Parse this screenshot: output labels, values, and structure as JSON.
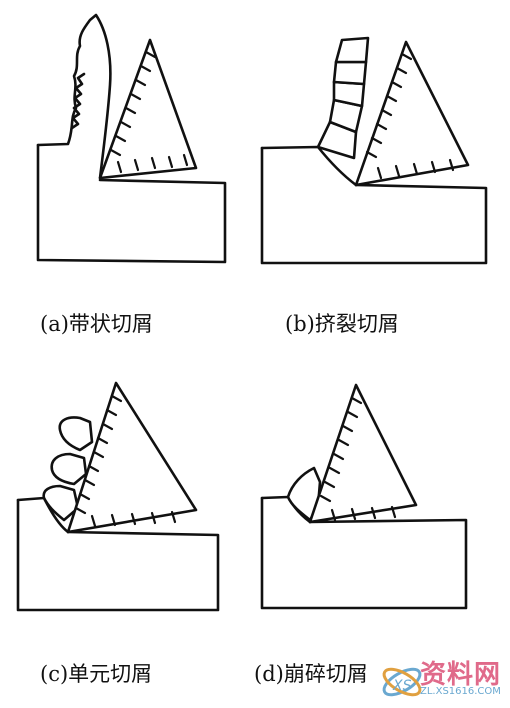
{
  "panels": [
    {
      "caption": "(a)带状切屑"
    },
    {
      "caption": "(b)挤裂切屑"
    },
    {
      "caption": "(c)单元切屑"
    },
    {
      "caption": "(d)崩碎切屑"
    }
  ],
  "watermark": {
    "title": "资料网",
    "url": "ZL.XS1616.COM"
  },
  "colors": {
    "ink": "#111111",
    "watermark_pink": "#e06a8a",
    "watermark_blue": "#6aa8d0"
  }
}
